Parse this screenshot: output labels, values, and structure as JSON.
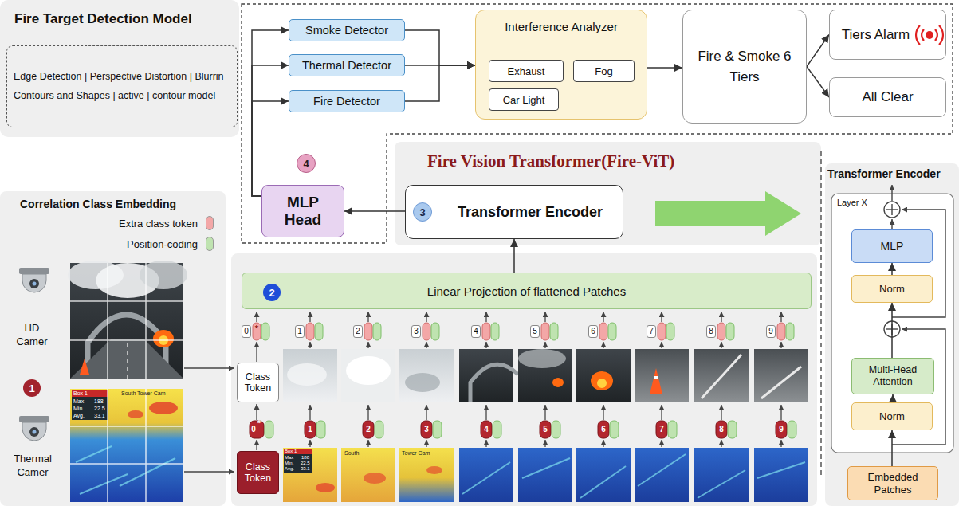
{
  "diagram": {
    "nodes": [
      {
        "text": [
          "Fire Target Detection Model"
        ]
      },
      {
        "text": [
          "Edge Detection | Perspective Distortion | Blurrin Contours and Shapes | active | contour model"
        ],
        "in": 0
      },
      {
        "text": [
          "Smoke Detector"
        ]
      },
      {
        "text": [
          "Thermal Detector"
        ]
      },
      {
        "text": [
          "Fire Detector"
        ]
      },
      {
        "text": [
          "Interference Analyzer"
        ]
      },
      {
        "text": [
          "Exhaust"
        ],
        "in": 5
      },
      {
        "text": [
          "Fog"
        ],
        "in": 5
      },
      {
        "text": [
          "Car Light"
        ],
        "in": 5
      },
      {
        "text": [
          "Fire & Smoke 6 Tiers"
        ]
      },
      {
        "text": [
          "Tiers Alarm"
        ]
      },
      {
        "text": [
          "All Clear"
        ]
      },
      {
        "text": [
          "MLP Head"
        ]
      },
      {
        "text": [
          "Fire Vision Transformer(Fire-ViT)"
        ]
      },
      {
        "text": [
          "Transformer Encoder"
        ],
        "in": 13
      },
      {
        "text": [
          "Transformer Encoder"
        ]
      },
      {
        "text": [
          "Layer X"
        ],
        "in": 15
      },
      {
        "text": [
          "MLP"
        ],
        "in": 16
      },
      {
        "text": [
          "Norm"
        ],
        "in": 16
      },
      {
        "text": [
          "Multi-Head Attention"
        ],
        "in": 16
      },
      {
        "text": [
          "Norm"
        ],
        "in": 16
      },
      {
        "text": [
          "Embedded Patches"
        ],
        "in": 15
      },
      {
        "text": [
          "Correlation Class Embedding"
        ]
      },
      {
        "text": [
          "Linear Projection of flattened Patches"
        ]
      },
      {
        "text": [
          "Class Token"
        ]
      },
      {
        "text": [
          "Class Token"
        ]
      }
    ],
    "edges": [
      {
        "from": 12,
        "to": 2,
        "arrow": "to"
      },
      {
        "from": 12,
        "to": 3,
        "arrow": "to"
      },
      {
        "from": 12,
        "to": 4,
        "arrow": "to"
      },
      {
        "from": 2,
        "to": 5,
        "arrow": "to"
      },
      {
        "from": 3,
        "to": 5,
        "arrow": "to"
      },
      {
        "from": 4,
        "to": 5,
        "arrow": "to"
      },
      {
        "from": 5,
        "to": 9,
        "arrow": "to"
      },
      {
        "from": 9,
        "to": 10,
        "arrow": "to"
      },
      {
        "from": 9,
        "to": 11,
        "arrow": "to"
      },
      {
        "from": 14,
        "to": 12,
        "arrow": "to"
      },
      {
        "from": 23,
        "to": 14,
        "arrow": "to"
      },
      {
        "from": 21,
        "to": 20,
        "arrow": "to"
      },
      {
        "from": 20,
        "to": 19,
        "arrow": "to"
      },
      {
        "from": 19,
        "to": 18,
        "arrow": "to"
      },
      {
        "from": 18,
        "to": 17,
        "arrow": "to"
      }
    ],
    "labels": [
      "4",
      "3",
      "1",
      "2",
      "HD Camer",
      "Thermal Camer",
      "0",
      "1",
      "2",
      "3",
      "4",
      "5",
      "6",
      "7",
      "8",
      "9",
      "*",
      "0",
      "1",
      "2",
      "3",
      "4",
      "5",
      "6",
      "7",
      "8",
      "9",
      "*",
      "Box 1",
      "Max",
      "188",
      "Min.",
      "22.5",
      "Avg.",
      "33.1",
      "South Tower Cam",
      "Box 1",
      "Max",
      "188",
      "Min.",
      "22.5",
      "Avg.",
      "33.1",
      "South",
      "Tower Cam"
    ],
    "legend": [
      {
        "text": "Extra class token",
        "color": "#f3a7a7"
      },
      {
        "text": "Position-coding",
        "color": "#bfe3b0"
      }
    ]
  }
}
